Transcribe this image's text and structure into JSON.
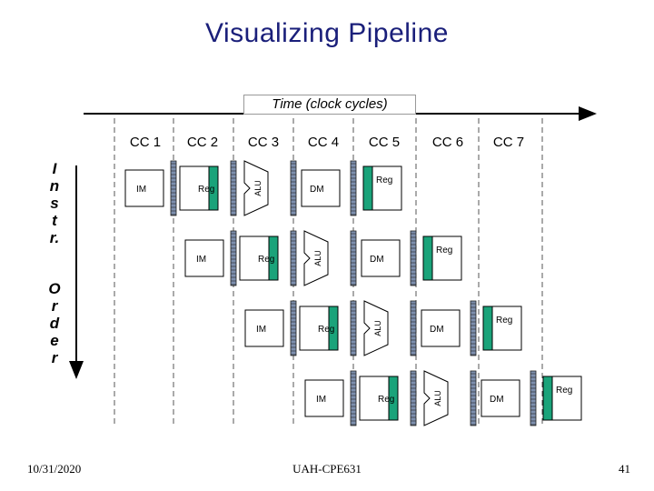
{
  "slide": {
    "title": "Visualizing Pipeline",
    "time_axis_label": "Time (clock cycles)",
    "order_label_top": [
      "I",
      "n",
      "s",
      "t",
      "r."
    ],
    "order_label_bottom": [
      "O",
      "r",
      "d",
      "e",
      "r"
    ],
    "clock_cycles": [
      "CC 1",
      "CC 2",
      "CC 3",
      "CC 4",
      "CC 5",
      "CC 6",
      "CC 7"
    ],
    "stage_labels": {
      "im": "IM",
      "reg": "Reg",
      "alu": "ALU",
      "dm": "DM"
    },
    "instruction_rows": 4,
    "colors": {
      "title": "#1a1f7a",
      "reg_fill": "#1aa37a",
      "latch": "#7d8fae",
      "grid": "#555555"
    },
    "footer": {
      "date": "10/31/2020",
      "course": "UAH-CPE631",
      "page_number": "41"
    }
  }
}
